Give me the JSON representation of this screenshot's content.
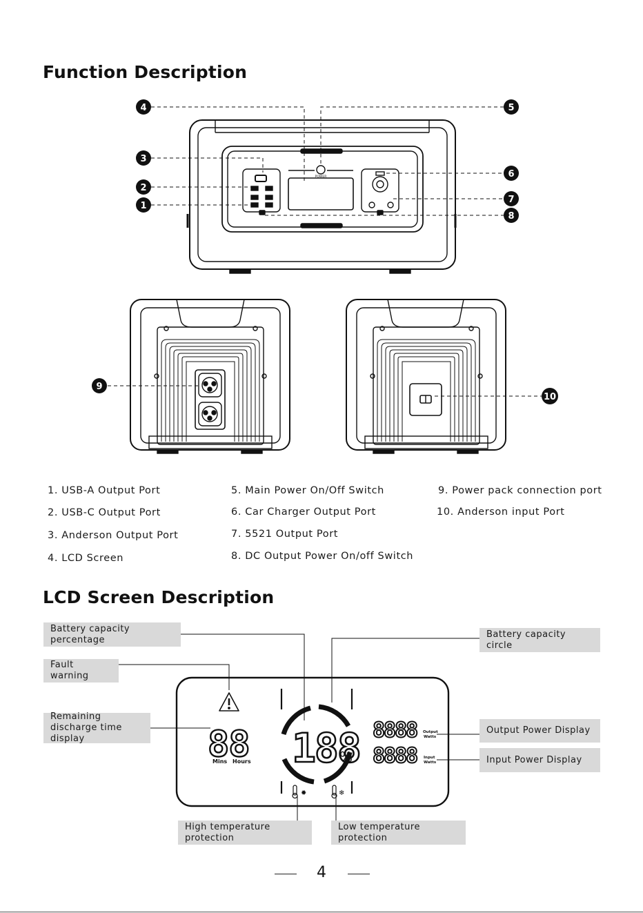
{
  "headings": {
    "function": "Function Description",
    "lcd": "LCD Screen Description"
  },
  "callouts": [
    "1",
    "2",
    "3",
    "4",
    "5",
    "6",
    "7",
    "8",
    "9",
    "10"
  ],
  "device_markings": {
    "power": "POWER"
  },
  "function_list": {
    "col1": [
      "1. USB-A Output  Port",
      "2. USB-C Output  Port",
      "3. Anderson Output Port",
      "4. LCD Screen"
    ],
    "col2": [
      "5. Main Power On/Off Switch",
      "6. Car Charger Output Port",
      "7. 5521 Output Port",
      "8. DC Output Power On/off Switch"
    ],
    "col3": [
      "9. Power pack connection port",
      "10. Anderson input Port"
    ]
  },
  "lcd_labels": {
    "battery_pct": "Battery capacity percentage",
    "fault": "Fault warning",
    "remaining": "Remaining discharge time display",
    "circle": "Battery capacity circle",
    "output": "Output Power Display",
    "input": "Input Power Display",
    "high_temp": "High temperature protection",
    "low_temp": "Low temperature protection"
  },
  "lcd_display": {
    "big_digits": "188",
    "pct": "%",
    "time_digits": "88",
    "mins": "Mins",
    "hours": "Hours",
    "out_digits": "8888",
    "out_label1": "Output",
    "out_label2": "Watts",
    "in_digits": "8888",
    "in_label1": "Input",
    "in_label2": "Watts"
  },
  "page_number": "4"
}
